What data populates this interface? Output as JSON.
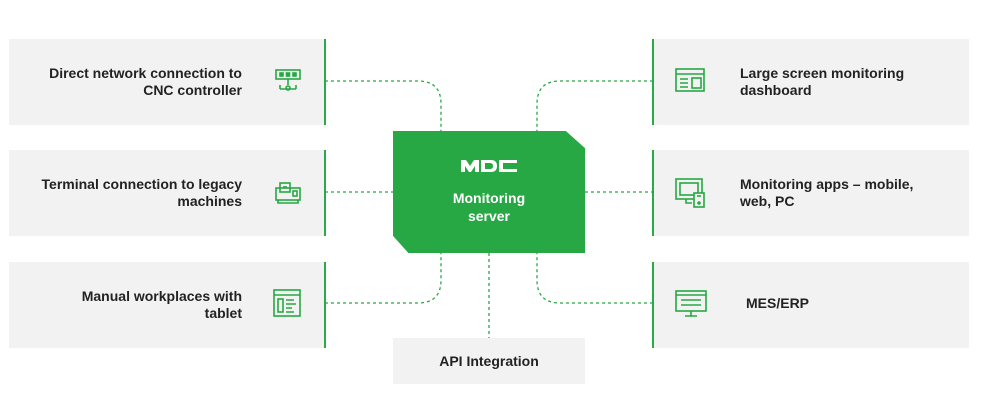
{
  "colors": {
    "accent": "#27a844",
    "card": "#f2f2f2",
    "text": "#222222"
  },
  "server": {
    "title_line1": "Monitoring",
    "title_line2": "server",
    "logo_icon": "mdc-logo"
  },
  "left_items": [
    {
      "line1": "Direct network connection to",
      "line2": "CNC controller",
      "icon": "network-switch-icon"
    },
    {
      "line1": "Terminal connection to legacy",
      "line2": "machines",
      "icon": "terminal-icon"
    },
    {
      "line1": "Manual workplaces with",
      "line2": "tablet",
      "icon": "tablet-icon"
    }
  ],
  "right_items": [
    {
      "line1": "Large screen monitoring",
      "line2": "dashboard",
      "icon": "dashboard-icon"
    },
    {
      "line1": "Monitoring apps – mobile,",
      "line2": "web, PC",
      "icon": "devices-icon"
    },
    {
      "line1": "MES/ERP",
      "line2": "",
      "icon": "monitor-icon"
    }
  ],
  "api": {
    "label": "API Integration"
  }
}
